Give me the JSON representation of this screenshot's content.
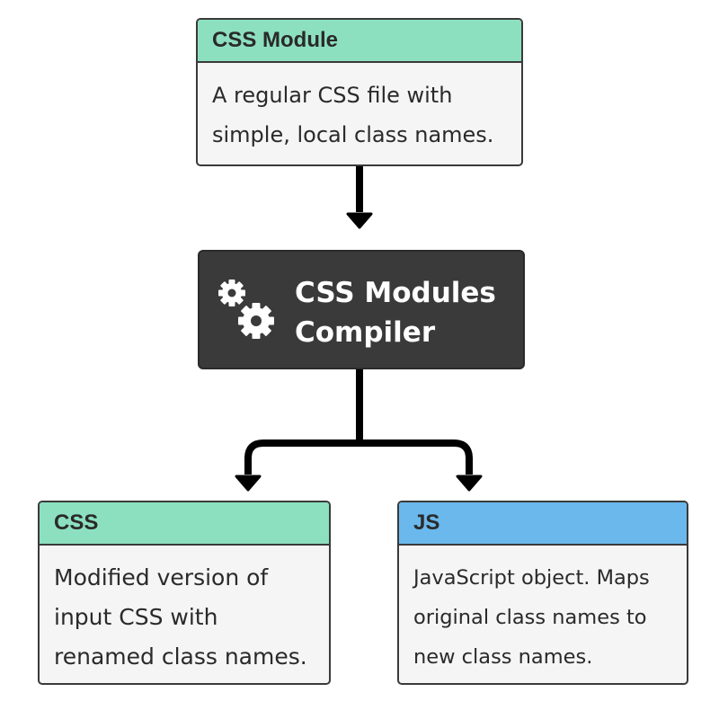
{
  "top_card": {
    "title": "CSS Module",
    "lines": [
      "A regular CSS file with",
      "simple, local class names."
    ]
  },
  "compiler": {
    "lines": [
      "CSS Modules",
      "Compiler"
    ],
    "icon": "gears-icon"
  },
  "css_card": {
    "title": "CSS",
    "lines": [
      "Modified version of",
      "input CSS with",
      "renamed class names."
    ]
  },
  "js_card": {
    "title": "JS",
    "lines": [
      "JavaScript object. Maps",
      "original class names to",
      "new class names."
    ]
  },
  "colors": {
    "green_header": "#8ce0c0",
    "blue_header": "#6ab8ec",
    "compiler_bg": "#3a3a3a",
    "card_bg": "#f5f5f5"
  }
}
